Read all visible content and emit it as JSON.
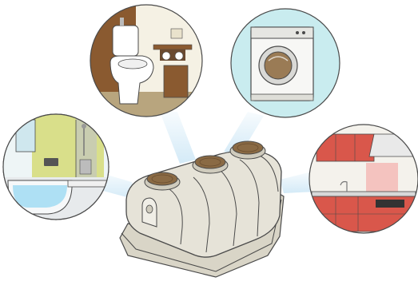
{
  "illustration": {
    "subject": "septic-tank-with-household-water-sources",
    "tank": {
      "manholes": 3
    },
    "sources": [
      {
        "id": "bathroom",
        "icon": "bathtub-icon"
      },
      {
        "id": "toilet",
        "icon": "toilet-icon"
      },
      {
        "id": "laundry",
        "icon": "washing-machine-icon"
      },
      {
        "id": "kitchen",
        "icon": "kitchen-icon"
      }
    ]
  },
  "colors": {
    "outline": "#4a4a4a",
    "tank_body": "#e6e3d8",
    "tank_shadow": "#cfcbbd",
    "manhole": "#8a6a44",
    "glow": "#bfe0f3",
    "circle_bg": "#ffffff",
    "laundry_bg": "#c9ecef",
    "bath_wall": "#d9df8a",
    "bath_water": "#aee0f4",
    "toilet_wall": "#8a5a30",
    "kitchen_red": "#d9574b"
  }
}
